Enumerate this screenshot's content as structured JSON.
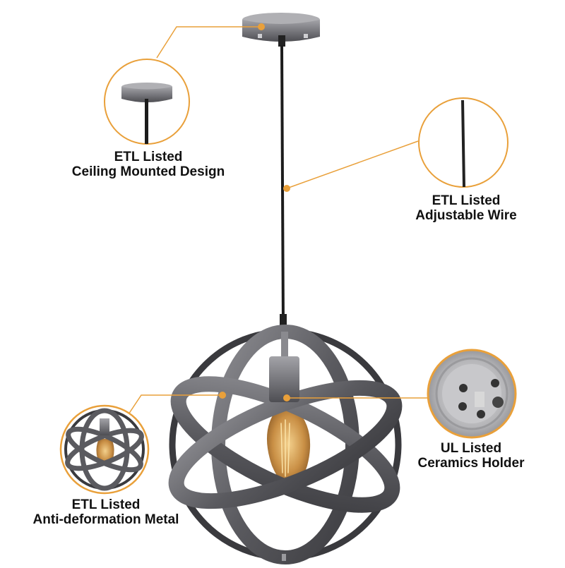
{
  "colors": {
    "accent": "#E9A03A",
    "metal_dark": "#4a4a4e",
    "metal_light": "#9a9aa0",
    "wire": "#1c1c1c",
    "bulb": "#d9a55a",
    "text": "#111111"
  },
  "callouts": [
    {
      "id": "canopy",
      "line1": "ETL Listed",
      "line2": "Ceiling Mounted Design"
    },
    {
      "id": "wire",
      "line1": "ETL Listed",
      "line2": "Adjustable Wire"
    },
    {
      "id": "holder",
      "line1": "UL Listed",
      "line2": "Ceramics Holder"
    },
    {
      "id": "cage",
      "line1": "ETL Listed",
      "line2": "Anti-deformation Metal"
    }
  ]
}
